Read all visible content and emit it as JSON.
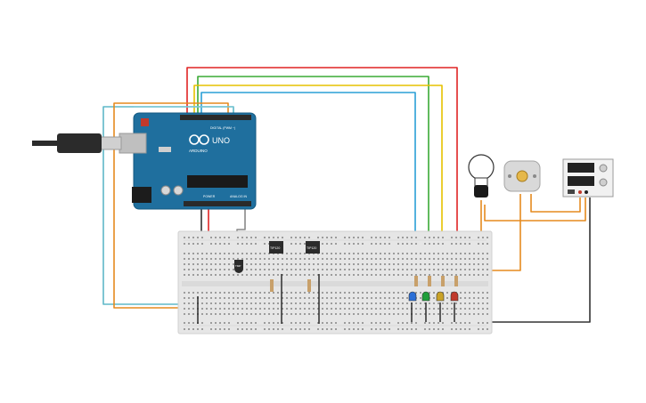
{
  "arduino": {
    "brand": "ARDUINO",
    "model": "UNO",
    "digital_label": "DIGITAL (PWM ~)",
    "analog_label": "ANALOG IN",
    "power_label": "POWER"
  },
  "breadboard": {
    "chip1_label": "TIP120",
    "chip2_label": "TIP120",
    "sensor_label": "TMP"
  },
  "led_colors": [
    "#2b6fd6",
    "#1f9e3a",
    "#c9a227",
    "#c0392b"
  ],
  "wire_colors": {
    "red": "#e02424",
    "green": "#3aaa35",
    "yellow": "#e6c200",
    "blue": "#2a9fd6",
    "teal": "#5fb8c8",
    "orange": "#e58a1f",
    "black": "#333333",
    "dark": "#222222"
  },
  "icons": {
    "bulb": "light-bulb-icon",
    "motor": "dc-motor-icon",
    "supply": "power-supply-icon",
    "usb": "usb-cable-icon"
  }
}
